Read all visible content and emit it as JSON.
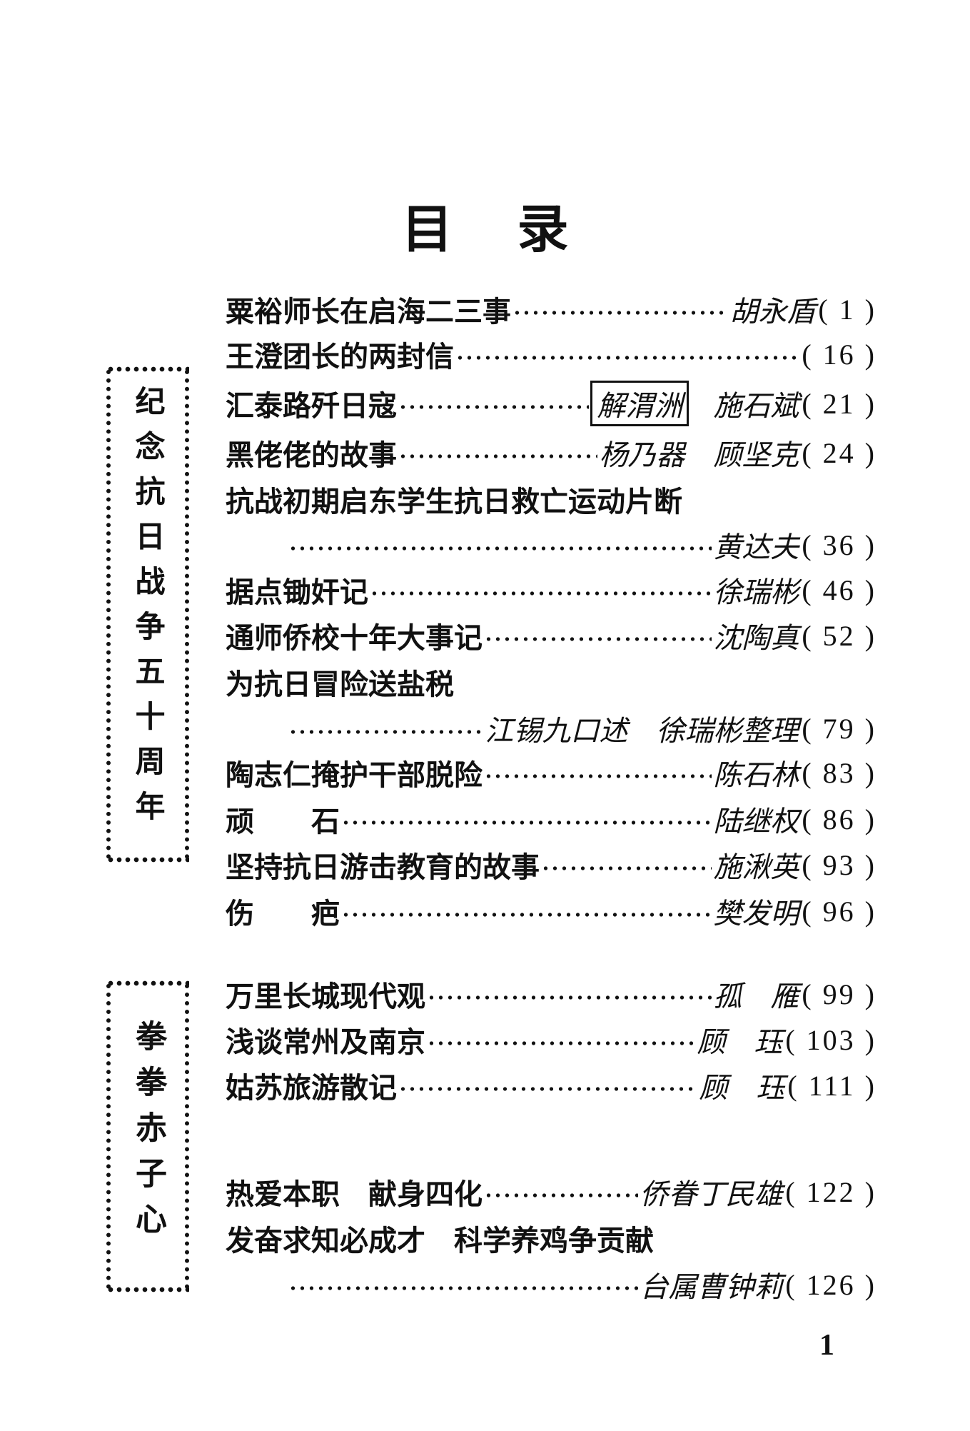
{
  "title": "目录",
  "sections": [
    {
      "label": "纪念抗日战争五十周年"
    },
    {
      "label": "拳拳赤子心"
    }
  ],
  "entries": [
    {
      "title": "粟裕师长在启海二三事",
      "author": "胡永盾",
      "page": "( 1 )"
    },
    {
      "title": "王澄团长的两封信",
      "author": "",
      "page": "( 16 )"
    },
    {
      "title": "汇泰路歼日寇",
      "boxed": "解渭洲",
      "author": "施石斌",
      "page": "( 21 )"
    },
    {
      "title": "黑佬佬的故事",
      "author": "杨乃器　顾坚克",
      "page": "( 24 )"
    },
    {
      "title": "抗战初期启东学生抗日救亡运动片断",
      "author": "黄达夫",
      "page": "( 36 )"
    },
    {
      "title": "据点锄奸记",
      "author": "徐瑞彬",
      "page": "( 46 )"
    },
    {
      "title": "通师侨校十年大事记",
      "author": "沈陶真",
      "page": "( 52 )"
    },
    {
      "title": "为抗日冒险送盐税",
      "author": "江锡九口述　徐瑞彬整理",
      "page": "( 79 )"
    },
    {
      "title": "陶志仁掩护干部脱险",
      "author": "陈石林",
      "page": "( 83 )"
    },
    {
      "title": "顽　　石",
      "author": "陆继权",
      "page": "( 86 )"
    },
    {
      "title": "坚持抗日游击教育的故事",
      "author": "施湫英",
      "page": "( 93 )"
    },
    {
      "title": "伤　　疤",
      "author": "樊发明",
      "page": "( 96 )"
    },
    {
      "title": "万里长城现代观",
      "author": "孤　雁",
      "page": "( 99 )"
    },
    {
      "title": "浅谈常州及南京",
      "author": "顾　珏",
      "page": "( 103 )"
    },
    {
      "title": "姑苏旅游散记",
      "author": "顾　珏",
      "page": "( 111 )"
    },
    {
      "title": "热爱本职　献身四化",
      "author": "侨眷丁民雄",
      "page": "( 122 )"
    },
    {
      "title": "发奋求知必成才　科学养鸡争贡献",
      "author": "台属曹钟莉",
      "page": "( 126 )"
    }
  ],
  "page_number": "1"
}
